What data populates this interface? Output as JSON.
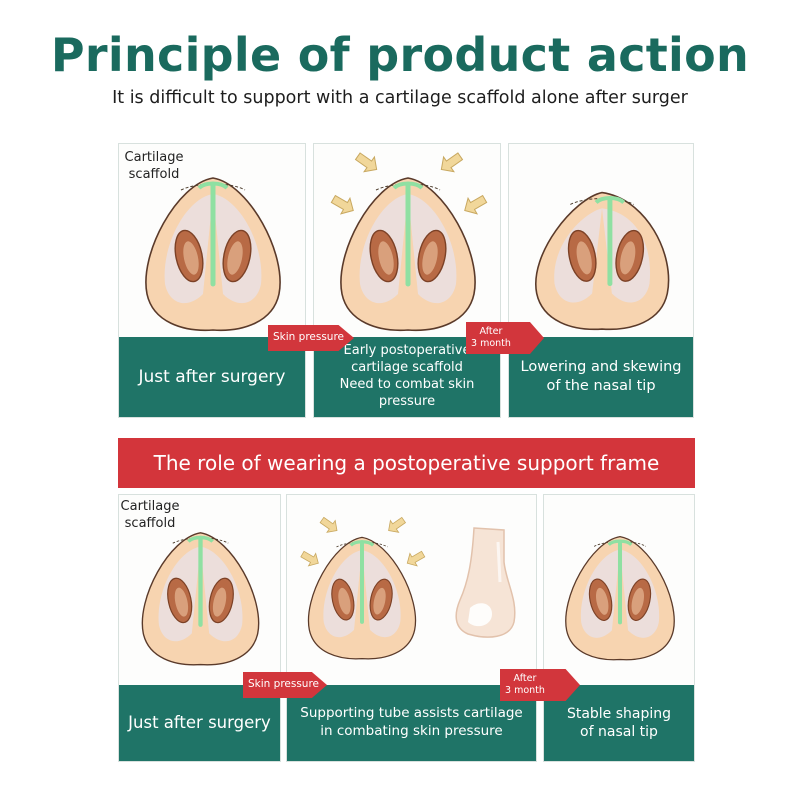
{
  "header": {
    "title": "Principle of product action",
    "subtitle": "It is difficult to support with a cartilage scaffold alone after surger"
  },
  "top_row": {
    "label": "Cartilage\nscaffold",
    "panels": [
      {
        "caption": "Just after surgery"
      },
      {
        "caption": "Early postoperative\ncartilage scaffold\nNeed to combat skin\npressure"
      },
      {
        "caption": "Lowering and skewing\nof the nasal tip"
      }
    ],
    "arrows": [
      "Skin pressure",
      "After\n3 month"
    ]
  },
  "banner": {
    "text": "The role of wearing a postoperative support frame"
  },
  "bottom_row": {
    "label": "Cartilage\nscaffold",
    "panels": [
      {
        "caption": "Just after surgery"
      },
      {
        "caption": "Supporting tube assists cartilage\nin combating skin pressure"
      },
      {
        "caption": "Stable shaping\nof nasal tip"
      }
    ],
    "arrows": [
      "Skin pressure",
      "After\n3 month"
    ]
  },
  "colors": {
    "title": "#1a6a5e",
    "caption_bg": "#1f7467",
    "accent_red": "#d3353b",
    "skin": "#f7d4b0",
    "nostril": "#b86a45",
    "scaffold": "#8fe0a2",
    "pressure_arrow": "#f1d79a"
  },
  "icons": [
    "nose-diagram",
    "pressure-arrow-icon",
    "nasal-splint-icon"
  ]
}
